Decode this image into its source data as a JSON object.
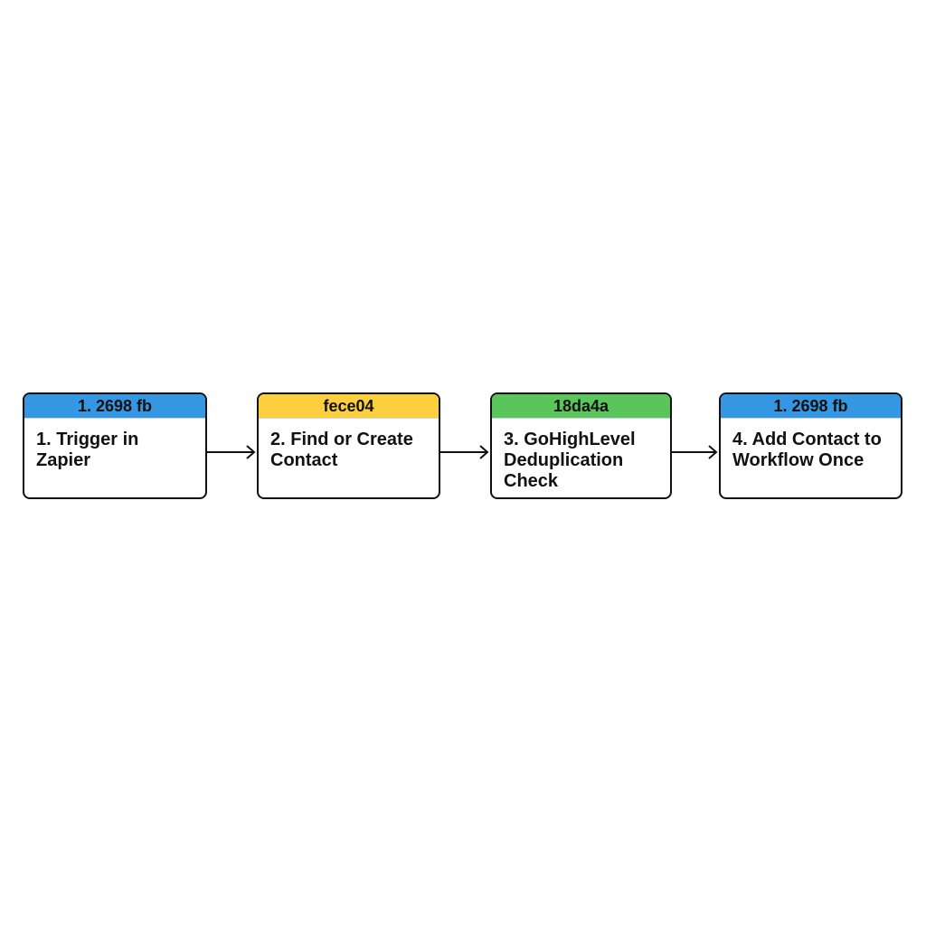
{
  "colors": {
    "blue": "#3597e2",
    "yellow": "#fccf3e",
    "green": "#5ac55a",
    "border": "#111111"
  },
  "steps": [
    {
      "header": "1. 2698 fb",
      "label": "1. Trigger in Zapier",
      "header_color": "#3597e2"
    },
    {
      "header": "fece04",
      "label": "2. Find or Create Contact",
      "header_color": "#fccf3e"
    },
    {
      "header": "18da4a",
      "label": "3. GoHighLevel Deduplication Check",
      "header_color": "#5ac55a"
    },
    {
      "header": "1. 2698 fb",
      "label": "4. Add Contact to Workflow Once",
      "header_color": "#3597e2"
    }
  ]
}
